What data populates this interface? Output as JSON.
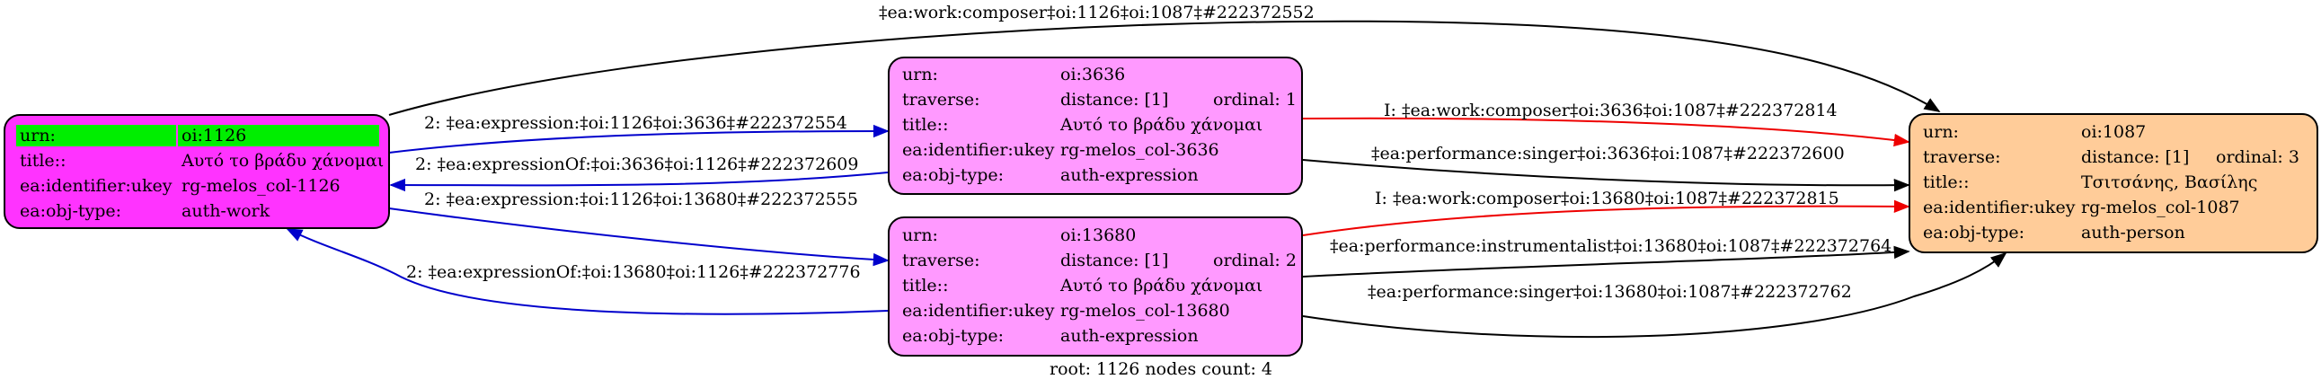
{
  "colors": {
    "work": "#ff33ff",
    "expression": "#ff99ff",
    "person": "#ffcc99",
    "highlight": "#00ee00",
    "edge_black": "#000000",
    "edge_blue": "#0000cc",
    "edge_red": "#ee0000"
  },
  "nodes": {
    "work": {
      "rows": [
        {
          "k": "urn:",
          "v": "oi:1126"
        },
        {
          "k": "title::",
          "v": "Αυτό το βράδυ χάνομαι"
        },
        {
          "k": "ea:identifier:ukey",
          "v": "rg-melos_col-1126"
        },
        {
          "k": "ea:obj-type:",
          "v": "auth-work"
        }
      ]
    },
    "expr3636": {
      "rows": [
        {
          "k": "urn:",
          "v": "oi:3636"
        },
        {
          "k": "traverse:",
          "v": "distance: [1]",
          "v2": "ordinal: 1"
        },
        {
          "k": "title::",
          "v": "Αυτό το βράδυ χάνομαι"
        },
        {
          "k": "ea:identifier:ukey",
          "v": "rg-melos_col-3636"
        },
        {
          "k": "ea:obj-type:",
          "v": "auth-expression"
        }
      ]
    },
    "expr13680": {
      "rows": [
        {
          "k": "urn:",
          "v": "oi:13680"
        },
        {
          "k": "traverse:",
          "v": "distance: [1]",
          "v2": "ordinal: 2"
        },
        {
          "k": "title::",
          "v": "Αυτό το βράδυ χάνομαι"
        },
        {
          "k": "ea:identifier:ukey",
          "v": "rg-melos_col-13680"
        },
        {
          "k": "ea:obj-type:",
          "v": "auth-expression"
        }
      ]
    },
    "person": {
      "rows": [
        {
          "k": "urn:",
          "v": "oi:1087"
        },
        {
          "k": "traverse:",
          "v": "distance: [1]",
          "v2": "ordinal: 3"
        },
        {
          "k": "title::",
          "v": "Τσιτσάνης, Βασίλης"
        },
        {
          "k": "ea:identifier:ukey",
          "v": "rg-melos_col-1087"
        },
        {
          "k": "ea:obj-type:",
          "v": "auth-person"
        }
      ]
    }
  },
  "edges": {
    "composer_top": "‡ea:work:composer‡oi:1126‡oi:1087‡#222372552",
    "expr_to_3636": "2: ‡ea:expression:‡oi:1126‡oi:3636‡#222372554",
    "exprof_3636": "2: ‡ea:expressionOf:‡oi:3636‡oi:1126‡#222372609",
    "expr_to_13680": "2: ‡ea:expression:‡oi:1126‡oi:13680‡#222372555",
    "exprof_13680": "2: ‡ea:expressionOf:‡oi:13680‡oi:1126‡#222372776",
    "composer_3636": "I: ‡ea:work:composer‡oi:3636‡oi:1087‡#222372814",
    "singer_3636": "‡ea:performance:singer‡oi:3636‡oi:1087‡#222372600",
    "composer_13680": "I: ‡ea:work:composer‡oi:13680‡oi:1087‡#222372815",
    "instrumentalist_13680": "‡ea:performance:instrumentalist‡oi:13680‡oi:1087‡#222372764",
    "singer_13680": "‡ea:performance:singer‡oi:13680‡oi:1087‡#222372762"
  },
  "footer": "root: 1126 nodes count: 4"
}
